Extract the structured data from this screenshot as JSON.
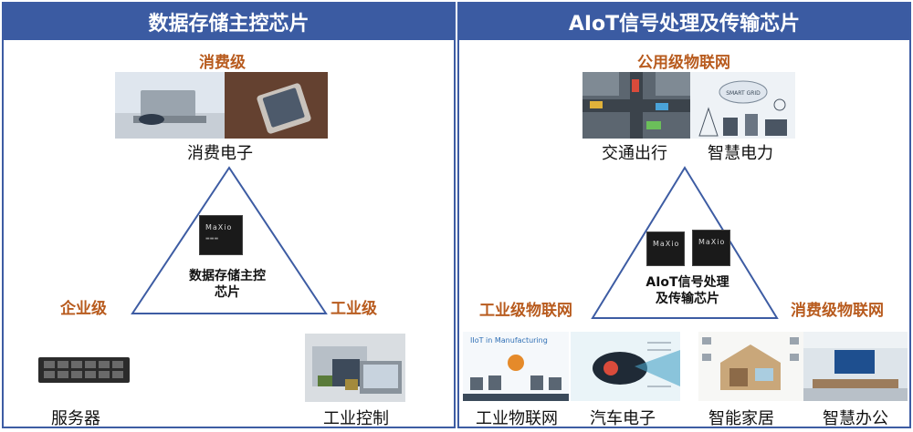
{
  "left_panel": {
    "title": "数据存储主控芯片",
    "tiers": {
      "top": "消费级",
      "left": "企业级",
      "right": "工业级"
    },
    "captions": {
      "top": "消费电子",
      "left": "服务器",
      "right": "工业控制"
    },
    "center_label_line1": "数据存储主控",
    "center_label_line2": "芯片",
    "chip_logo": "MaXio"
  },
  "right_panel": {
    "title": "AIoT信号处理及传输芯片",
    "tiers": {
      "top": "公用级物联网",
      "left": "工业级物联网",
      "right": "消费级物联网"
    },
    "captions": {
      "top_left": "交通出行",
      "top_right": "智慧电力",
      "bottom_1": "工业物联网",
      "bottom_2": "汽车电子",
      "bottom_3": "智能家居",
      "bottom_4": "智慧办公"
    },
    "center_label_line1": "AIoT信号处理",
    "center_label_line2": "及传输芯片",
    "chip_logo": "MaXio",
    "iiot_text": "IIoT in Manufacturing",
    "smart_grid_text": "SMART GRID"
  },
  "colors": {
    "header_bg": "#3b5ba2",
    "tier_text": "#b85b1e",
    "border": "#3d5ca3"
  }
}
